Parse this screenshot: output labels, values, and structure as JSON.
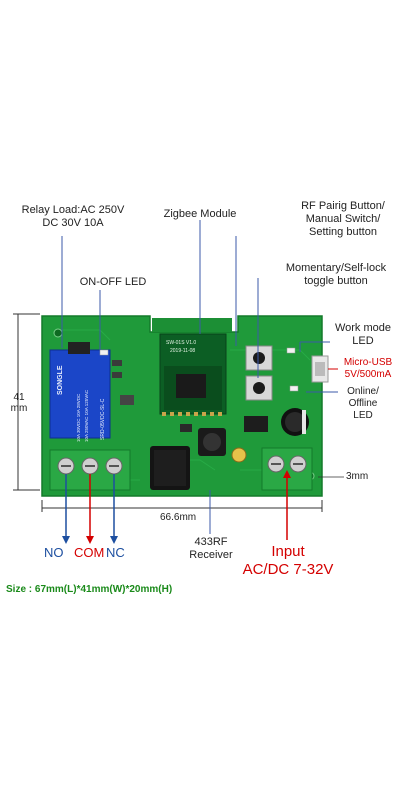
{
  "labels": {
    "relay_load_line1": "Relay Load:AC 250V",
    "relay_load_line2": "DC 30V 10A",
    "zigbee_module": "Zigbee Module",
    "rf_button_line1": "RF Pairig Button/",
    "rf_button_line2": "Manual Switch/",
    "rf_button_line3": "Setting button",
    "momentary_line1": "Momentary/Self-lock",
    "momentary_line2": "toggle button",
    "onoff_led": "ON-OFF LED",
    "work_mode_line1": "Work mode",
    "work_mode_line2": "LED",
    "micro_usb_line1": "Micro-USB",
    "micro_usb_line2": "5V/500mA",
    "online_line1": "Online/",
    "online_line2": "Offline",
    "online_line3": "LED",
    "receiver_line1": "433RF",
    "receiver_line2": "Receiver",
    "input_line1": "Input",
    "input_line2": "AC/DC 7-32V",
    "no": "NO",
    "com": "COM",
    "nc": "NC"
  },
  "dimensions": {
    "height_value": "41",
    "height_unit": "mm",
    "width": "66.6mm",
    "hole": "3mm"
  },
  "chip": {
    "model": "SW-01S V1.0",
    "date": "2019-11-08"
  },
  "relay": {
    "brand": "SONGLE",
    "text1": "SRD-05VDC-SL-C",
    "text2": "10A 250VAC 10A 125VAC",
    "text3": "10A 30VDC 10A 28VDC"
  },
  "size_note": "Size : 67mm(L)*41mm(W)*20mm(H)",
  "colors": {
    "board": "#1f9a3a",
    "board_dark": "#137a2a",
    "relay": "#1b46c8",
    "terminal": "#2aa845",
    "label_red": "#d40000",
    "label_blue": "#1d4fa0",
    "size_green": "#1a8a1a"
  }
}
